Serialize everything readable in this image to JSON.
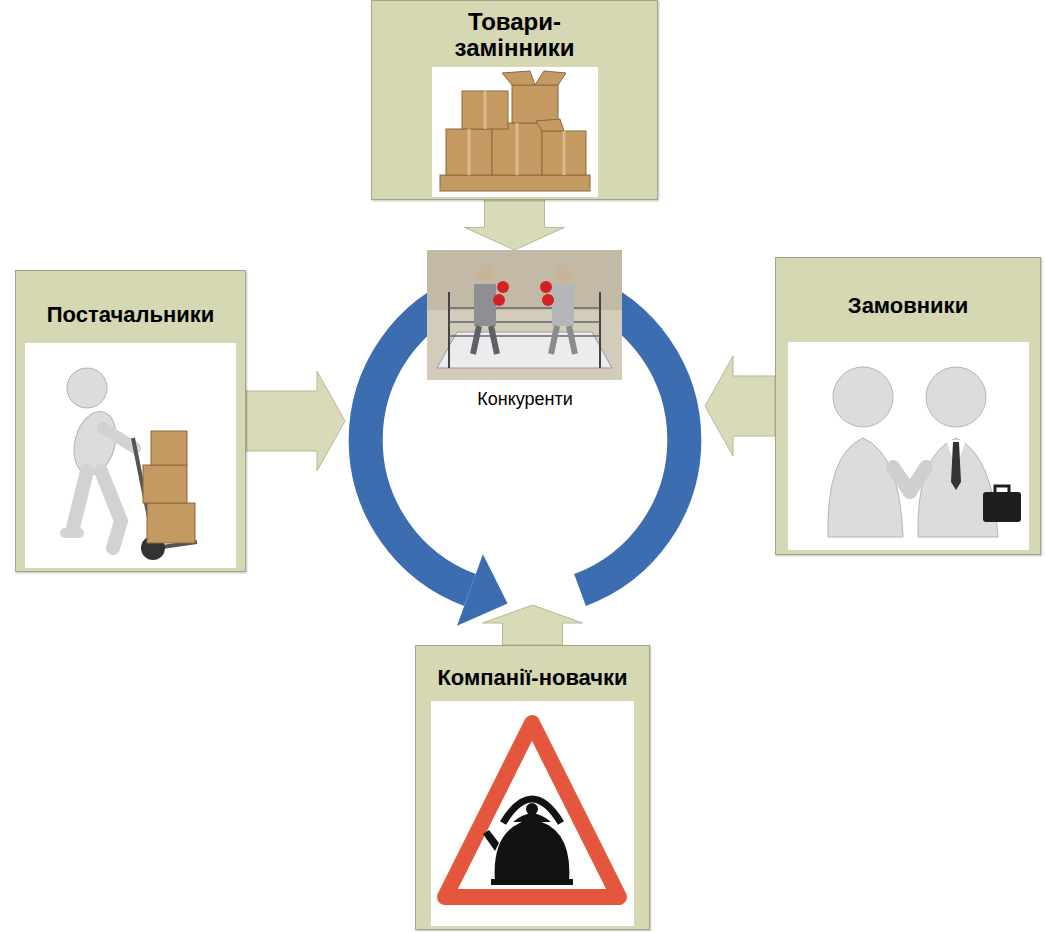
{
  "diagram": {
    "nodes": [
      {
        "text": [
          "Товари- замінники"
        ]
      },
      {
        "text": [
          "Постачальники"
        ]
      },
      {
        "text": [
          "Замовники"
        ]
      },
      {
        "text": [
          "Конкуренти"
        ]
      },
      {
        "text": [
          "Компанії-новачки"
        ]
      }
    ],
    "edges": [
      {
        "from": 0,
        "to": 3,
        "arrow": "to"
      },
      {
        "from": 1,
        "to": 3,
        "arrow": "to"
      },
      {
        "from": 2,
        "to": 3,
        "arrow": "to"
      },
      {
        "from": 4,
        "to": 3,
        "arrow": "to"
      }
    ]
  }
}
